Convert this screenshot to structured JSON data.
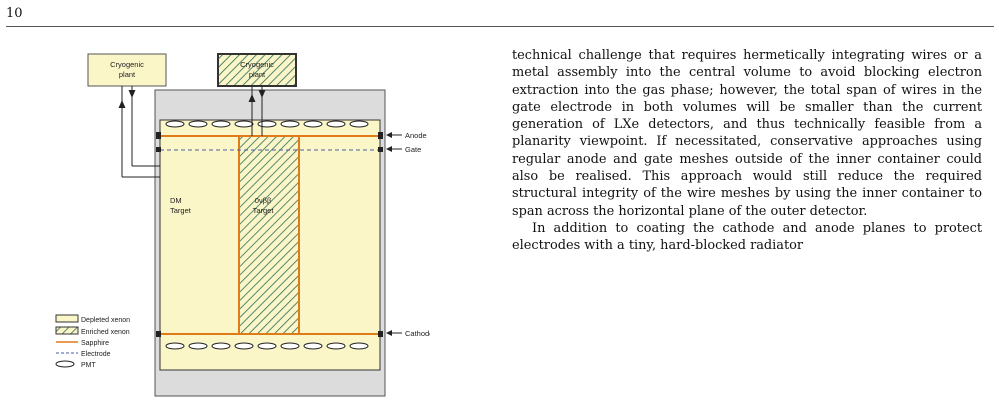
{
  "page": {
    "number": "10"
  },
  "figure": {
    "boxes": {
      "cryo_left": [
        "Cryogenic",
        "plant"
      ],
      "cryo_right": [
        "Cryogenic",
        "plant"
      ]
    },
    "labels": {
      "anode": "Anode",
      "gate": "Gate",
      "cathode": "Cathode",
      "dm_target": [
        "DM",
        "Target"
      ],
      "bb_target": [
        "0νββ",
        "Target"
      ]
    },
    "legend": {
      "depleted": "Depleted xenon",
      "enriched": "Enriched xenon",
      "sapphire": "Sapphire",
      "electrode": "Electrode",
      "pmt": "PMT"
    },
    "colors": {
      "xenon_fill": "#fbf6c8",
      "sapphire": "#e07b1a",
      "electrode": "#4a5ea8",
      "enriched_hatch": "#2f6b5a",
      "vessel_gray": "#dcdcdc"
    }
  },
  "text": {
    "p1": "technical challenge that requires hermetically integrating wires or a metal assembly into the central volume to avoid blocking electron extraction into the gas phase; however, the total span of wires in the gate electrode in both volumes will be smaller than the current generation of LXe detectors, and thus technically feasible from a planarity viewpoint. If necessitated, conservative approaches using regular anode and gate meshes outside of the inner container could also be realised. This approach would still reduce the required structural integrity of the wire meshes by using the inner container to span across the horizontal plane of the outer detector.",
    "p2": "In addition to coating the cathode and anode planes to protect electrodes with a tiny, hard-blocked radiator"
  }
}
